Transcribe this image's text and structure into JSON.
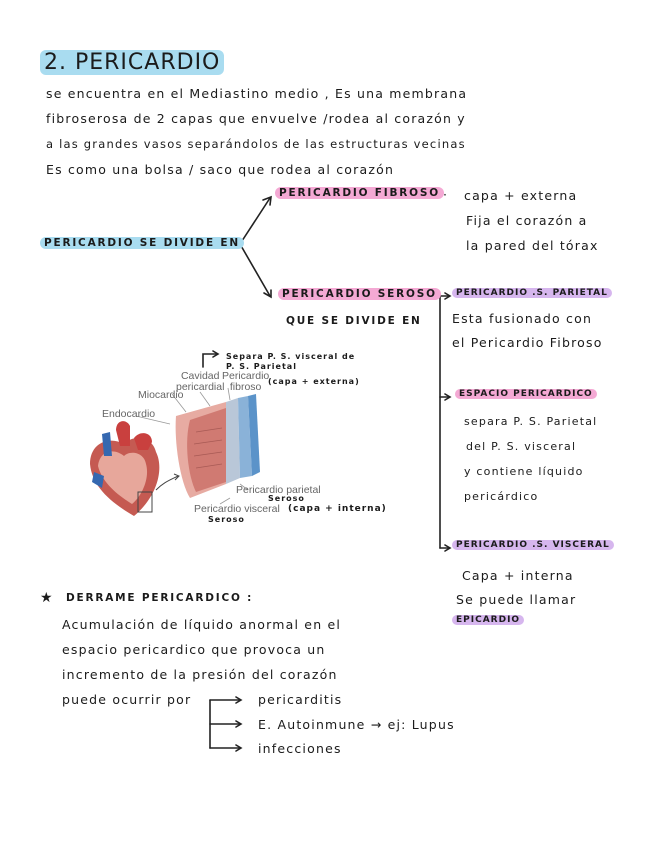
{
  "title": "2. PERICARDIO",
  "intro": [
    "se encuentra en el Mediastino medio , Es una membrana",
    "fibroserosa de 2 capas que envuelve /rodea al corazón y",
    "a las grandes vasos separándolos de las estructuras vecinas",
    "Es como una bolsa / saco que rodea al corazón"
  ],
  "division": {
    "label": "PERICARDIO SE DIVIDE EN",
    "fibroso": {
      "label": "PERICARDIO FIBROSO",
      "desc": [
        "capa + externa",
        "Fija el corazón a",
        "la pared del tórax"
      ]
    },
    "seroso": {
      "label": "PERICARDIO SEROSO",
      "desc": "QUE SE DIVIDE EN",
      "parietal": {
        "label": "PERICARDIO .S. PARIETAL",
        "desc": [
          "Esta fusionado con",
          "el Pericardio Fibroso"
        ]
      },
      "espacio": {
        "label": "ESPACIO PERICARDICO",
        "desc": [
          "separa P. S. Parietal",
          "del P. S. visceral",
          "y contiene líquido",
          "pericárdico"
        ]
      },
      "visceral": {
        "label": "PERICARDIO .S. VISCERAL",
        "desc": [
          "Capa + interna",
          "Se puede llamar"
        ],
        "alias": "EPICARDIO"
      }
    }
  },
  "figure": {
    "note_separa": [
      "Separa P. S. visceral de",
      "P. S. Parietal"
    ],
    "note_fibroso": "(capa + externa)",
    "labels": {
      "cavidad": [
        "Cavidad",
        "pericardial"
      ],
      "pericardio_fibroso": [
        "Pericardio",
        "fibroso"
      ],
      "miocardio": "Miocardio",
      "endocardio": "Endocardio",
      "parietal": "Pericardio parietal",
      "visceral": "Pericardio visceral"
    },
    "seroso_marks": [
      "Seroso",
      "Seroso"
    ],
    "note_interna": "(capa + interna)"
  },
  "derrame": {
    "title": "DERRAME PERICARDICO :",
    "desc": [
      "Acumulación de líquido anormal en el",
      "espacio pericardico que provoca un",
      "incremento de la presión del corazón",
      "puede ocurrir por"
    ],
    "causes": [
      "pericarditis",
      "E. Autoinmune → ej: Lupus",
      "infecciones"
    ]
  },
  "colors": {
    "blue": "#a9dcf0",
    "pink": "#f4a9d4",
    "purple": "#d6b6ee"
  }
}
